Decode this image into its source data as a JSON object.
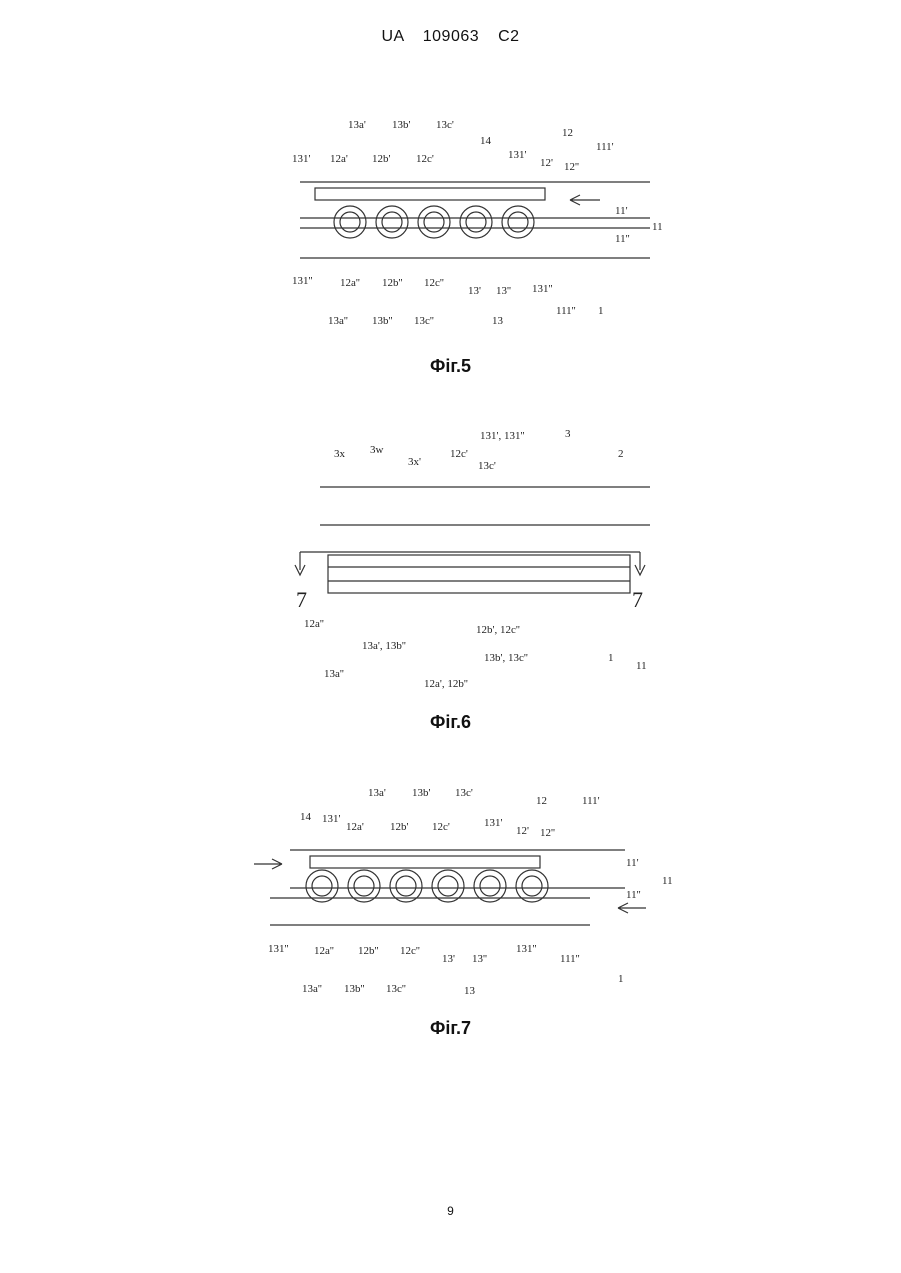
{
  "header": {
    "text": "UA   109063   C2"
  },
  "figures": [
    {
      "caption": "Фіг.5",
      "labels": [
        "13a'",
        "13b'",
        "13c'",
        "14",
        "12",
        "131'",
        "12a'",
        "12b'",
        "12c'",
        "131'",
        "12'",
        "12''",
        "111'",
        "11'",
        "11''",
        "11",
        "131''",
        "12a''",
        "12b''",
        "12c''",
        "13'",
        "13''",
        "131''",
        "13a''",
        "13b''",
        "13c''",
        "13",
        "111''",
        "1"
      ]
    },
    {
      "caption": "Фіг.6",
      "labels": [
        "3x",
        "3w",
        "3x'",
        "12c'",
        "131', 131''",
        "3",
        "2",
        "13c'",
        "7",
        "7",
        "12a''",
        "13a', 13b''",
        "12b', 12c''",
        "13b', 13c''",
        "1",
        "11",
        "13a''",
        "12a', 12b''"
      ]
    },
    {
      "caption": "Фіг.7",
      "labels": [
        "13a'",
        "13b'",
        "13c'",
        "12",
        "111'",
        "14",
        "131'",
        "12a'",
        "12b'",
        "12c'",
        "131'",
        "12'",
        "12''",
        "11'",
        "11",
        "11''",
        "131''",
        "12a''",
        "12b''",
        "12c''",
        "13'",
        "13''",
        "131''",
        "111''",
        "13a''",
        "13b''",
        "13c''",
        "13",
        "1"
      ]
    }
  ],
  "page_number": "9"
}
